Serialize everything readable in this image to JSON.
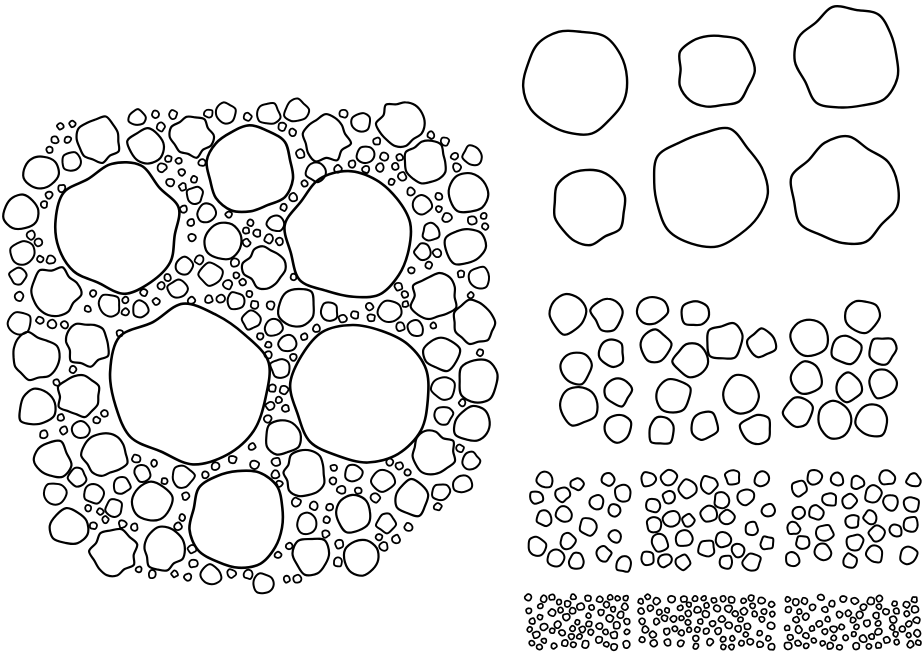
{
  "figure": {
    "background": "#ffffff",
    "stroke_color": "#000000",
    "composite_panel": {
      "label": "",
      "large_stones": 6,
      "medium_stones": 45,
      "small_stones": 85,
      "pebbles": 120
    },
    "sorted_rows": [
      {
        "label": "",
        "size_class": "large",
        "groups": 1
      },
      {
        "label": "",
        "size_class": "medium",
        "groups": 3
      },
      {
        "label": "",
        "size_class": "small",
        "groups": 3
      },
      {
        "label": "",
        "size_class": "pebble",
        "groups": 3
      }
    ]
  }
}
